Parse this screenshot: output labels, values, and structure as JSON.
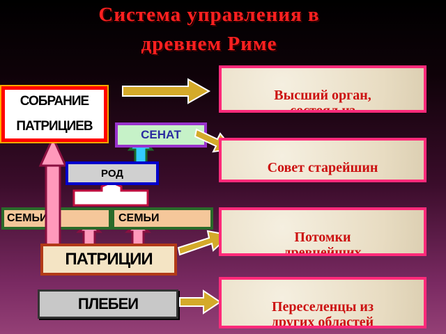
{
  "title": "Система управления в\nдревнем Риме",
  "boxes": {
    "sobranie": "СОБРАНИЕ ПАТРИЦИЕВ",
    "senat": "СЕНАТ",
    "rod": "РОД",
    "semi_left": "СЕМЬИ",
    "semi_right": "СЕМЬИ",
    "patricii": "ПАТРИЦИИ",
    "plebei": "ПЛЕБЕИ"
  },
  "notes": {
    "sobranie": "Высший орган,\nсостоял из\nмужчин",
    "senat": "Совет старейшин\nродов",
    "patricii": "Потомки\nдревнейших\nжителей Рима",
    "plebei": "Переселенцы из\nдругих областей\nИталии"
  },
  "colors": {
    "title": "#ff2020",
    "note_border": "#ff2a7a",
    "note_text": "#cc1111",
    "gold_arrow": "#d4aa2a",
    "sobranie_border": "#ff0000",
    "senat_border": "#9933cc",
    "rod_border": "#0000cc",
    "semi_border": "#2a6a2a",
    "semi_fill": "#f5c79a",
    "patricii_border": "#b23a18",
    "cyan_arrow": "#33ccff",
    "pink_arrow": "#ff99bb"
  }
}
